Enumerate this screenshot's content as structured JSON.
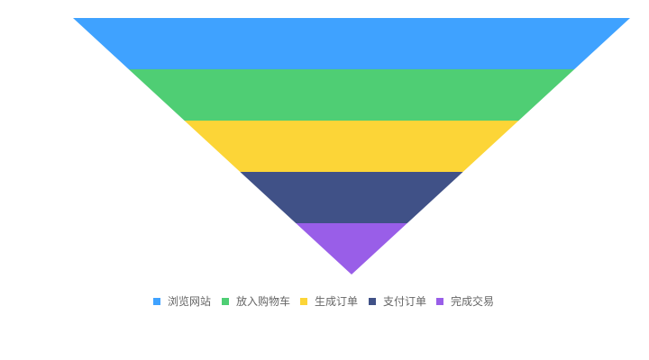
{
  "chart_data": {
    "type": "funnel",
    "categories": [
      "浏览网站",
      "放入购物车",
      "生成订单",
      "支付订单",
      "完成交易"
    ],
    "values": [
      100,
      80,
      60,
      40,
      20
    ],
    "colors": [
      "#3fa2ff",
      "#4fce74",
      "#fcd537",
      "#405187",
      "#995ee8"
    ],
    "legend_position": "bottom"
  }
}
